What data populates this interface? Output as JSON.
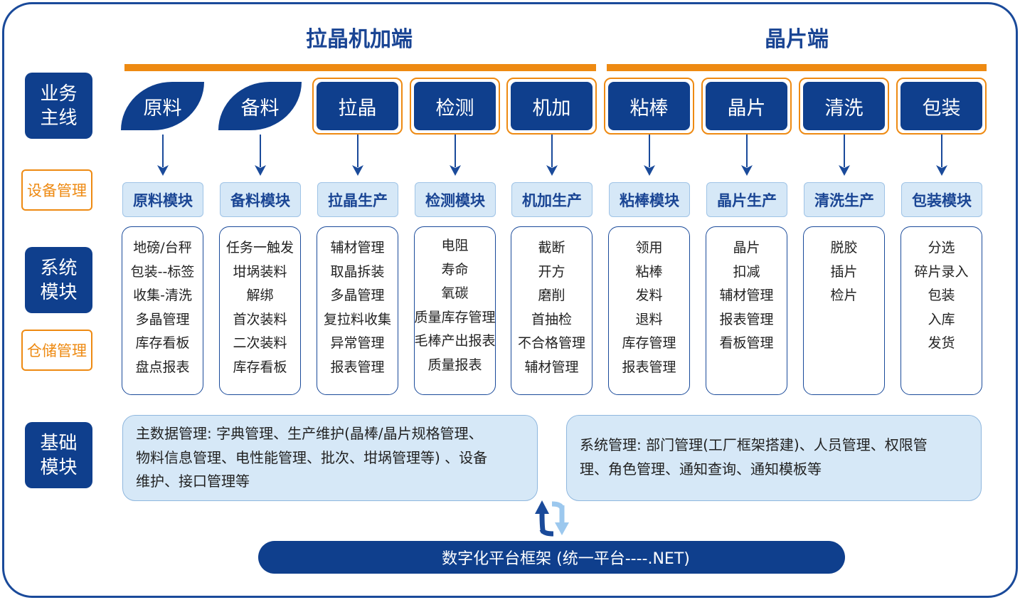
{
  "headers": {
    "left": "拉晶机加端",
    "right": "晶片端"
  },
  "side_labels": {
    "business": [
      "业务",
      "主线"
    ],
    "equipment": "设备管理",
    "system": [
      "系统",
      "模块"
    ],
    "warehouse": "仓储管理",
    "base": [
      "基础",
      "模块"
    ]
  },
  "columns": [
    {
      "stage": "原料",
      "module": "原料模块",
      "items": [
        "地磅/台秤",
        "包装--标签",
        "收集-清洗",
        "多晶管理",
        "库存看板",
        "盘点报表"
      ]
    },
    {
      "stage": "备料",
      "module": "备料模块",
      "items": [
        "任务一触发",
        "坩埚装料",
        "解绑",
        "首次装料",
        "二次装料",
        "库存看板"
      ]
    },
    {
      "stage": "拉晶",
      "module": "拉晶生产",
      "items": [
        "辅材管理",
        "取晶拆装",
        "多晶管理",
        "复拉料收集",
        "异常管理",
        "报表管理"
      ]
    },
    {
      "stage": "检测",
      "module": "检测模块",
      "items": [
        "电阻",
        "寿命",
        "氧碳",
        "质量库存管理",
        "毛棒产出报表",
        "质量报表"
      ]
    },
    {
      "stage": "机加",
      "module": "机加生产",
      "items": [
        "截断",
        "开方",
        "磨削",
        "首抽检",
        "不合格管理",
        "辅材管理"
      ]
    },
    {
      "stage": "粘棒",
      "module": "粘棒模块",
      "items": [
        "领用",
        "粘棒",
        "发料",
        "退料",
        "库存管理",
        "报表管理"
      ]
    },
    {
      "stage": "晶片",
      "module": "晶片生产",
      "items": [
        "晶片",
        "扣减",
        "辅材管理",
        "报表管理",
        "看板管理"
      ]
    },
    {
      "stage": "清洗",
      "module": "清洗生产",
      "items": [
        "脱胶",
        "插片",
        "检片"
      ]
    },
    {
      "stage": "包装",
      "module": "包装模块",
      "items": [
        "分选",
        "碎片录入",
        "包装",
        "入库",
        "发货"
      ]
    }
  ],
  "base": {
    "master": [
      "主数据管理: 字典管理、生产维护(晶棒/晶片规格管理、",
      "物料信息管理、电性能管理、批次、坩埚管理等) 、设备",
      "维护、接口管理等"
    ],
    "system": [
      "系统管理: 部门管理(工厂框架搭建)、人员管理、权限管",
      "理、角色管理、通知查询、通知模板等"
    ]
  },
  "platform": "数字化平台框架 (统一平台----.NET)",
  "icons": {
    "flow_arrow": "arrow-down-icon",
    "sync": "sync-arrows-icon"
  },
  "colors": {
    "dark_blue": "#0f3f8d",
    "line_blue": "#1a4a9a",
    "orange": "#ee8a12",
    "light_blue": "#d6e8f7",
    "text_blue": "#1a4594"
  }
}
